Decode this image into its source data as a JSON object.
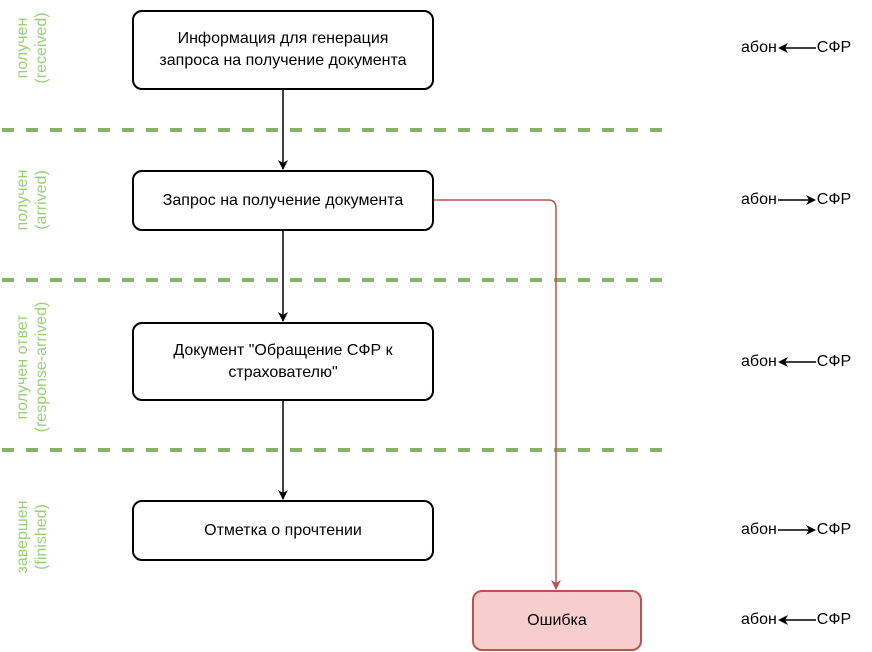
{
  "lanes": [
    {
      "label": "получен",
      "sublabel": "(received)"
    },
    {
      "label": "получен",
      "sublabel": "(arrived)"
    },
    {
      "label": "получен ответ",
      "sublabel": "(response-arrived)"
    },
    {
      "label": "завершен",
      "sublabel": "(finished)"
    }
  ],
  "nodes": [
    {
      "id": "info",
      "text": "Информация для генерация запроса на получение документа"
    },
    {
      "id": "request",
      "text": "Запрос на получение документа"
    },
    {
      "id": "document",
      "text": "Документ \"Обращение СФР к страхователю\""
    },
    {
      "id": "read-mark",
      "text": "Отметка о прочтении"
    },
    {
      "id": "error",
      "text": "Ошибка"
    }
  ],
  "directions": [
    {
      "from_label": "абон",
      "to_label": "СФР",
      "arrow": "left"
    },
    {
      "from_label": "абон",
      "to_label": "СФР",
      "arrow": "right"
    },
    {
      "from_label": "абон",
      "to_label": "СФР",
      "arrow": "left"
    },
    {
      "from_label": "абон",
      "to_label": "СФР",
      "arrow": "right"
    },
    {
      "from_label": "абон",
      "to_label": "СФР",
      "arrow": "left"
    }
  ],
  "colors": {
    "lane_separator": "#82b366",
    "lane_label": "#97d077",
    "error_fill": "#f8cecc",
    "error_stroke": "#b85450",
    "edge": "#000000"
  }
}
